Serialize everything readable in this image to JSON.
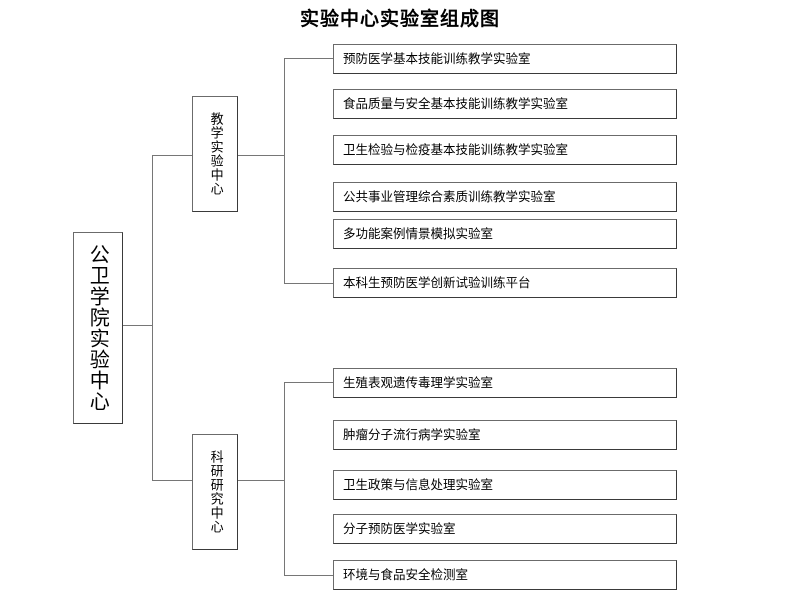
{
  "title": "实验中心实验室组成图",
  "root": {
    "label": "公卫学院实验中心"
  },
  "groups": [
    {
      "id": "teaching-center",
      "label": "教学实验中心",
      "children": [
        {
          "label": "预防医学基本技能训练教学实验室"
        },
        {
          "label": "食品质量与安全基本技能训练教学实验室"
        },
        {
          "label": "卫生检验与检疫基本技能训练教学实验室"
        },
        {
          "label": "公共事业管理综合素质训练教学实验室"
        },
        {
          "label": "多功能案例情景模拟实验室"
        },
        {
          "label": "本科生预防医学创新试验训练平台"
        }
      ]
    },
    {
      "id": "research-center",
      "label": "科研研究中心",
      "children": [
        {
          "label": "生殖表观遗传毒理学实验室"
        },
        {
          "label": "肿瘤分子流行病学实验室"
        },
        {
          "label": "卫生政策与信息处理实验室"
        },
        {
          "label": "分子预防医学实验室"
        },
        {
          "label": "环境与食品安全检测室"
        }
      ]
    }
  ],
  "colors": {
    "background": "#ffffff",
    "text": "#000000",
    "box_border": "#6b6b6b",
    "connector": "#767676"
  }
}
